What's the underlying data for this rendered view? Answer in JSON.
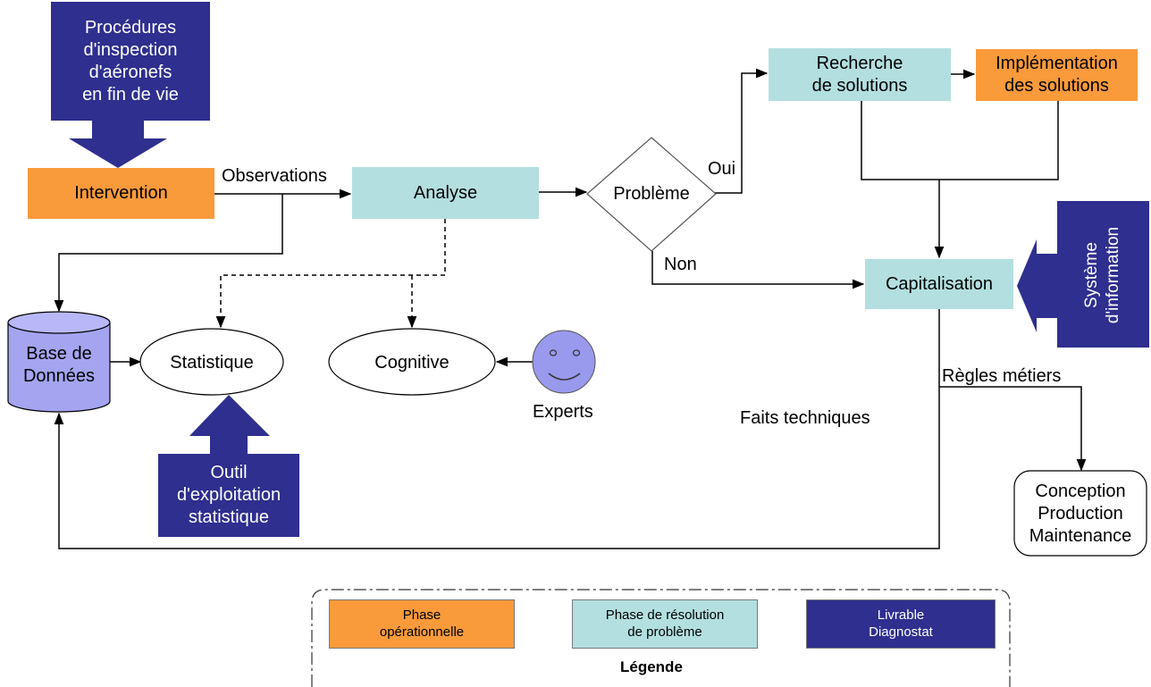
{
  "nodes": {
    "procedures": "Procédures\nd'inspection\nd'aéronefs\nen fin de vie",
    "intervention": "Intervention",
    "analyse": "Analyse",
    "probleme": "Problème",
    "recherche": "Recherche\nde solutions",
    "implementation": "Implémentation\ndes solutions",
    "capitalisation": "Capitalisation",
    "systeme": "Système\nd'information",
    "base": "Base de\nDonnées",
    "statistique": "Statistique",
    "cognitive": "Cognitive",
    "experts": "Experts",
    "outil": "Outil\nd'exploitation\nstatistique",
    "conception": "Conception\nProduction\nMaintenance"
  },
  "labels": {
    "observations": "Observations",
    "oui": "Oui",
    "non": "Non",
    "regles": "Règles métiers",
    "faits": "Faits techniques"
  },
  "legend": {
    "title": "Légende",
    "operational": "Phase\nopérationnelle",
    "resolution": "Phase de résolution\nde problème",
    "livrable": "Livrable\nDiagnostat"
  },
  "colors": {
    "livrable": "#2e2f8e",
    "operational": "#f99a3b",
    "resolution": "#b3dfe0",
    "database": "#a4a4f0",
    "experts": "#9999ee"
  }
}
